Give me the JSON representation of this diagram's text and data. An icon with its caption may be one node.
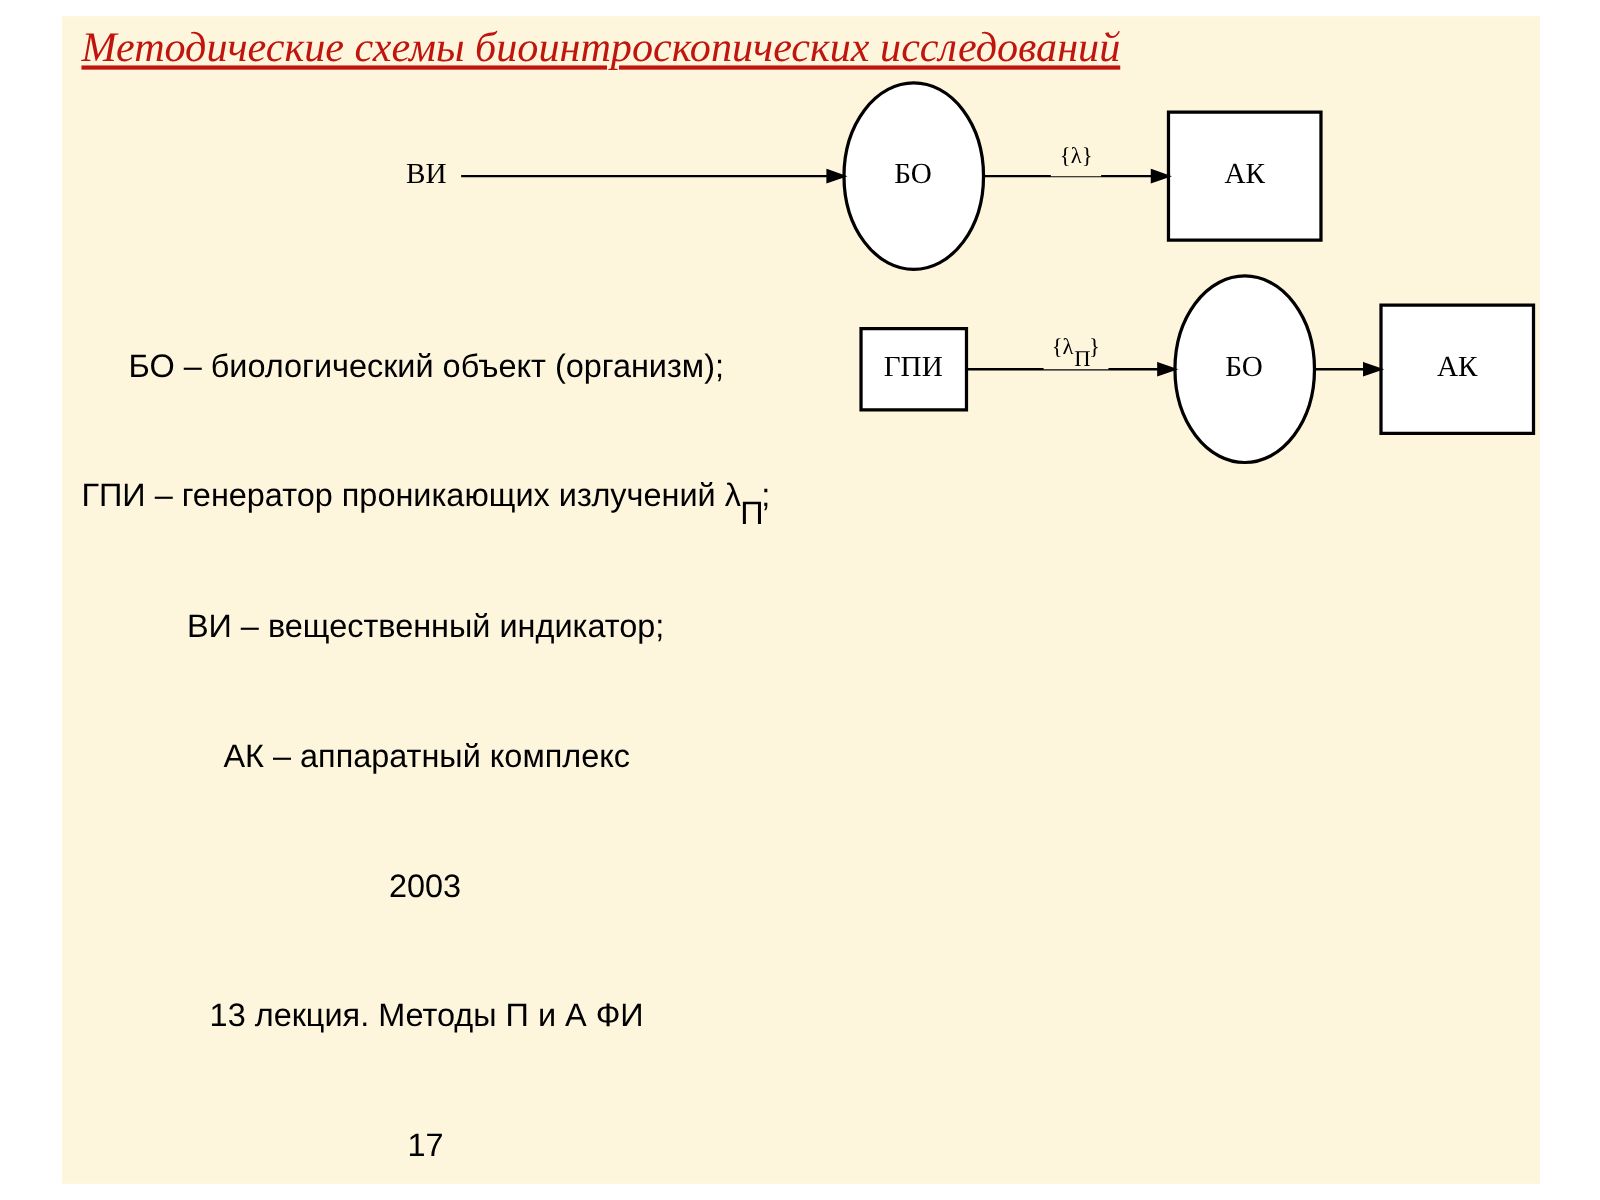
{
  "diagram": {
    "title": "Методические схемы биоинтроскопических исследований",
    "nodes": [
      {
        "text": [
          "ГПИ"
        ]
      },
      {
        "text": [
          "БО"
        ]
      },
      {
        "text": [
          "АК"
        ]
      },
      {
        "text": [
          "ВИ"
        ]
      },
      {
        "text": [
          "БО"
        ]
      },
      {
        "text": [
          "АК"
        ]
      }
    ],
    "edges": [
      {
        "from": 0,
        "to": 1,
        "arrow": "to",
        "label": "{λ$_{П}$}"
      },
      {
        "from": 1,
        "to": 2,
        "arrow": "to"
      },
      {
        "from": 3,
        "to": 4,
        "arrow": "to"
      },
      {
        "from": 4,
        "to": 5,
        "arrow": "to",
        "label": "{λ}"
      }
    ],
    "labels": [
      "БО – биологический объект (организм);",
      "ГПИ – генератор проникающих излучений λ$_{П}$;",
      "ВИ – вещественный индикатор;",
      "АК – аппаратный комплекс",
      "2003",
      "13 лекция. Методы П и А ФИ",
      "17"
    ]
  }
}
